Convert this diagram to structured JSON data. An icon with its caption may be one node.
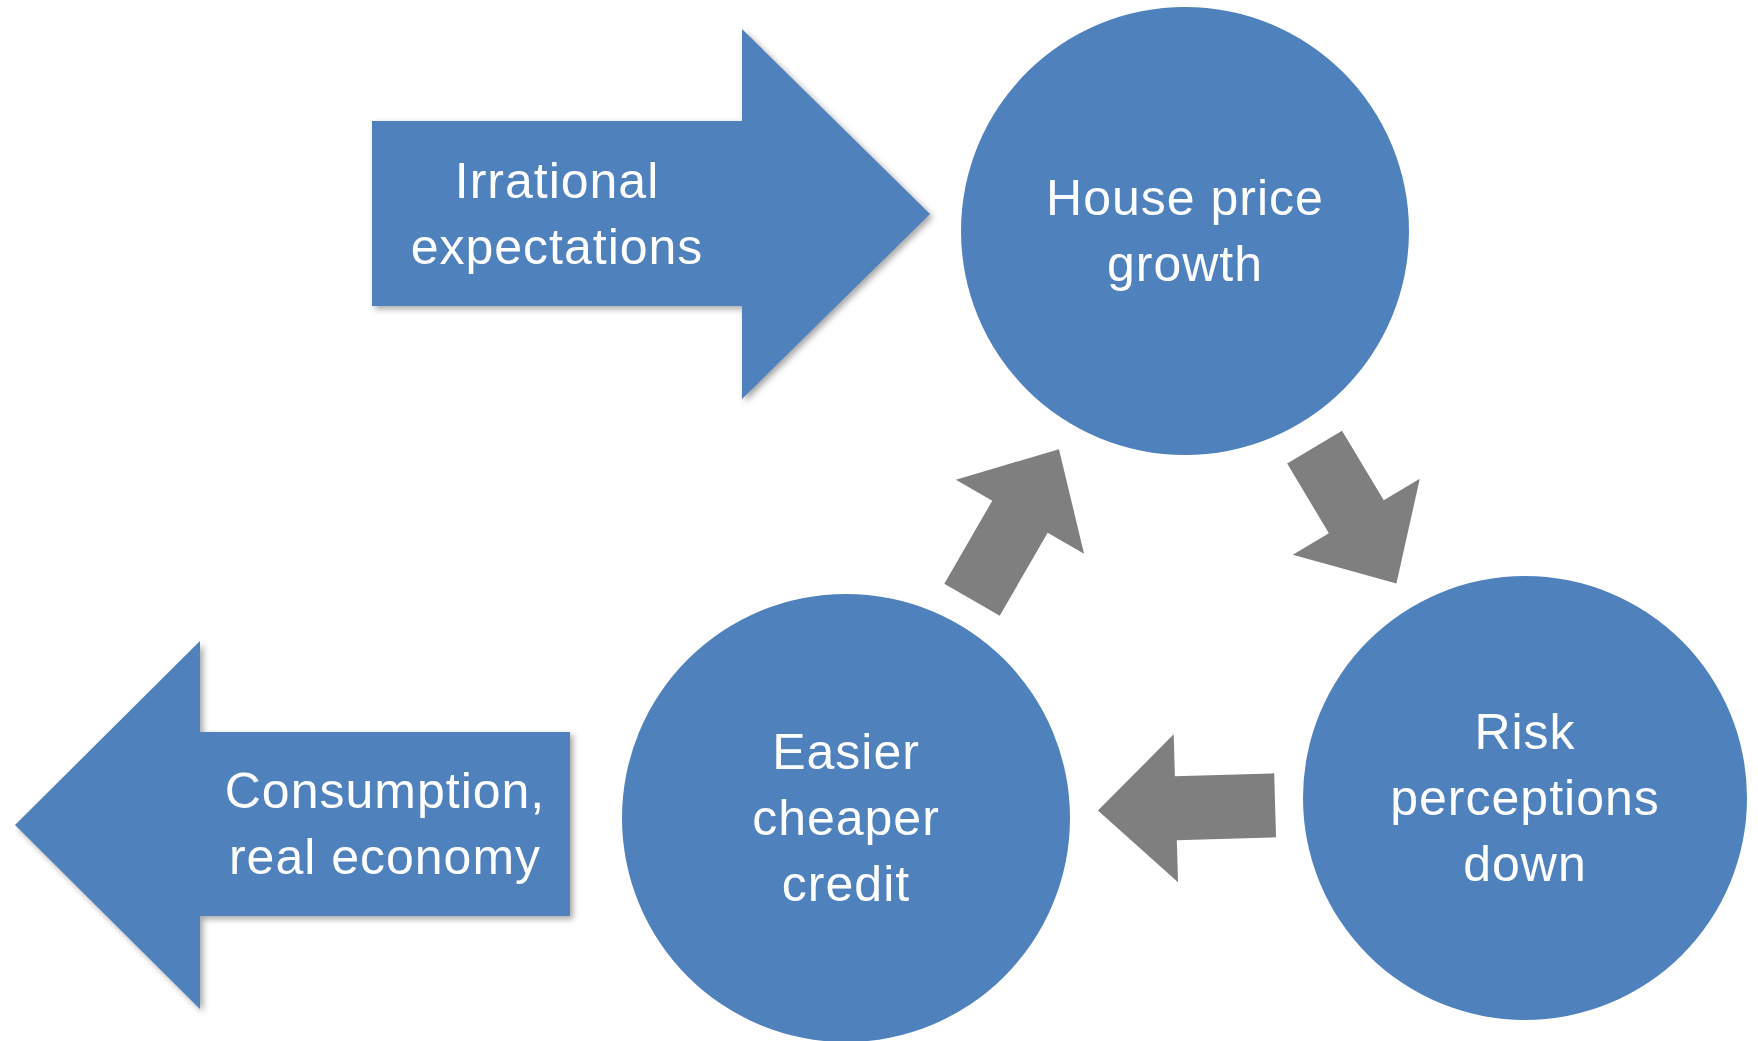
{
  "diagram": {
    "nodes": [
      {
        "text": [
          "Irrational expectations"
        ]
      },
      {
        "text": [
          "House price growth"
        ]
      },
      {
        "text": [
          "Consumption, real economy"
        ]
      },
      {
        "text": [
          "Easier cheaper credit"
        ]
      },
      {
        "text": [
          "Risk perceptions down"
        ]
      }
    ],
    "edges": [
      {
        "from": 1,
        "to": 4,
        "arrow": "to"
      },
      {
        "from": 4,
        "to": 3,
        "arrow": "to"
      },
      {
        "from": 3,
        "to": 1,
        "arrow": "to"
      }
    ]
  }
}
